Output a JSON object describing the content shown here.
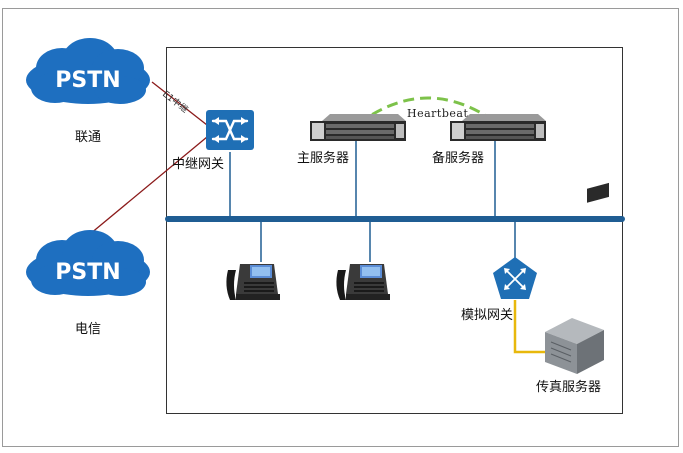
{
  "diagram": {
    "pstn_unicom": {
      "cloud_text": "PSTN",
      "caption": "联通"
    },
    "pstn_telecom": {
      "cloud_text": "PSTN",
      "caption": "电信"
    },
    "trunk_label": "E1中继",
    "trunk_gateway": {
      "caption": "中继网关"
    },
    "primary_server": {
      "caption": "主服务器"
    },
    "backup_server": {
      "caption": "备服务器"
    },
    "heartbeat_label": "Heartbeat",
    "analog_gateway": {
      "caption": "模拟网关"
    },
    "fax_server": {
      "caption": "传真服务器"
    },
    "colors": {
      "bus": "#1f5d93",
      "cloud": "#1e6fc0",
      "trunk_line": "#8b1a1a",
      "heartbeat": "#7dc24a",
      "fax_line": "#e8b80c",
      "icon_blue": "#1f6fb5"
    }
  }
}
